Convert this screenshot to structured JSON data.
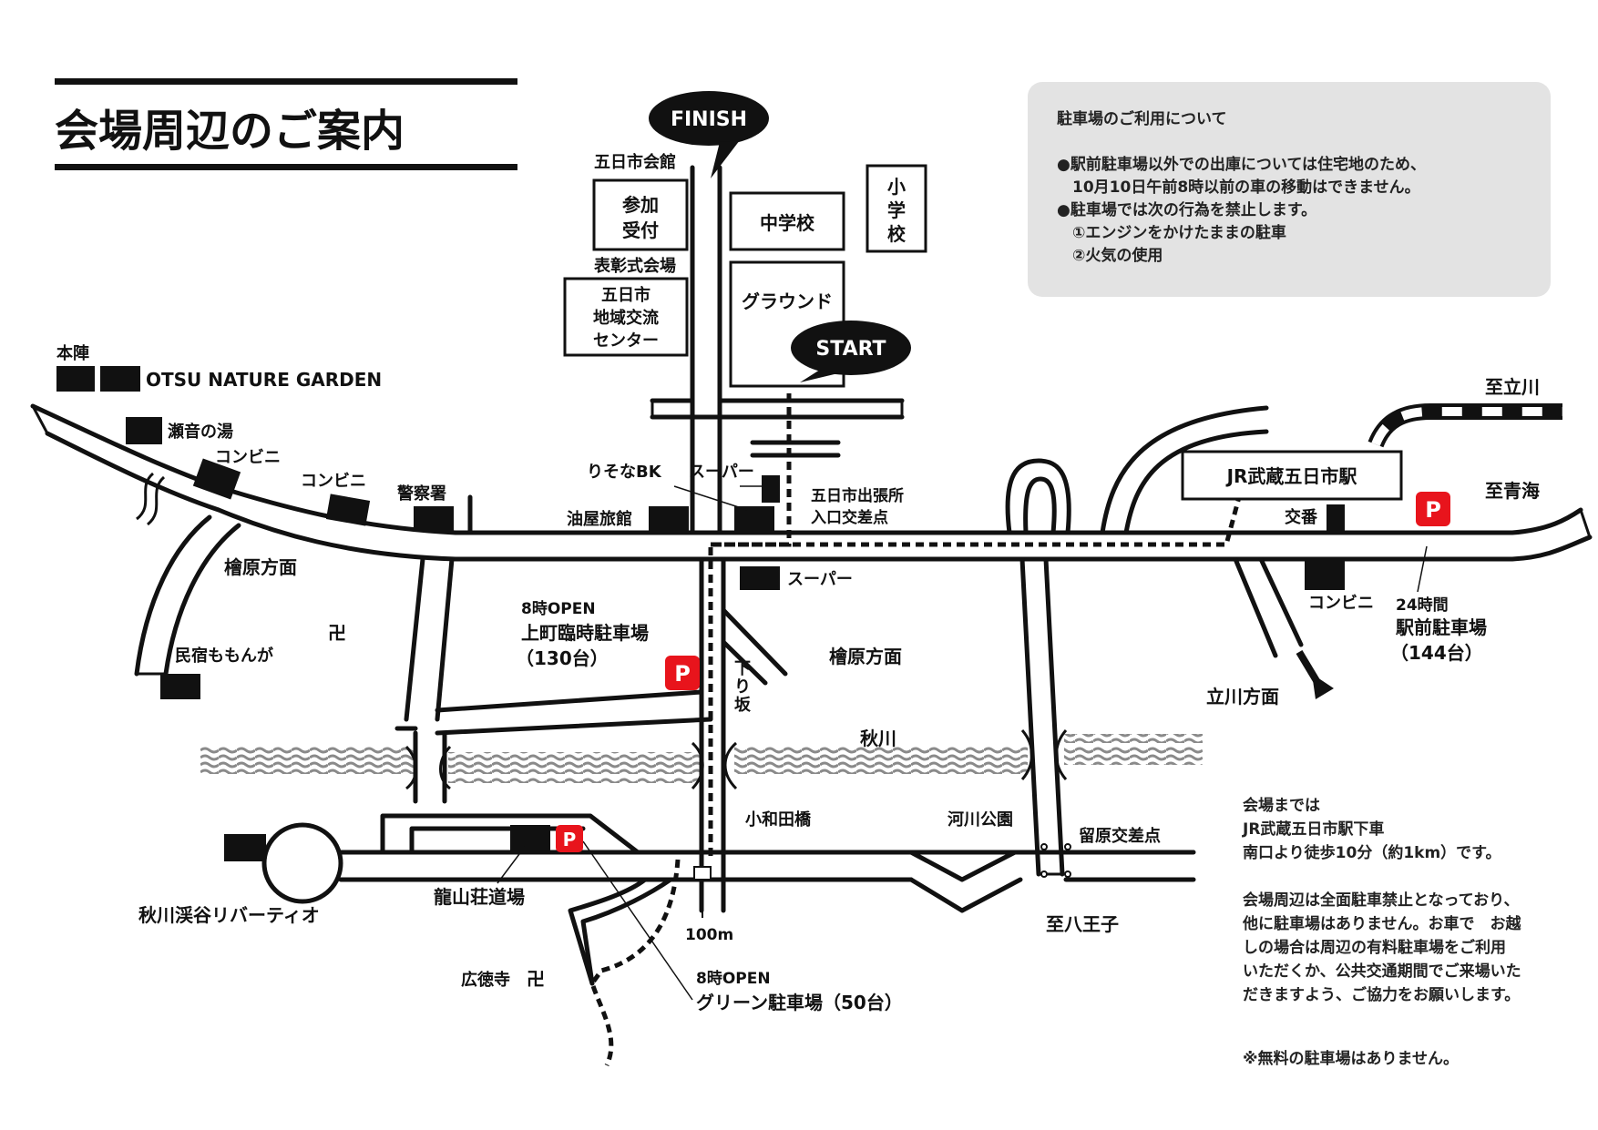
{
  "title": "会場周辺のご案内",
  "markers": {
    "finish": "FINISH",
    "start": "START"
  },
  "parking_info": {
    "heading": "駐車場のご利用について",
    "lines": [
      "●駅前駐車場以外での出庫については住宅地のため、",
      "　10月10日午前8時以前の車の移動はできません。",
      "●駐車場では次の行為を禁止します。",
      "　①エンジンをかけたままの駐車",
      "　②火気の使用"
    ]
  },
  "access_note": {
    "lines": [
      "会場までは",
      "JR武蔵五日市駅下車",
      "南口より徒歩10分（約1km）です。",
      "",
      "会場周辺は全面駐車禁止となっており、",
      "他に駐車場はありません。お車で　お越",
      "しの場合は周辺の有料駐車場をご利用",
      "いただくか、公共交通期間でご来場いた",
      "だきますよう、ご協力をお願いします。",
      "",
      "",
      "※無料の駐車場はありません。"
    ]
  },
  "buildings": {
    "sanka": [
      "参加",
      "受付"
    ],
    "chugakko": "中学校",
    "shogakko": [
      "小",
      "学",
      "校"
    ],
    "ground": "グラウンド",
    "koryu": [
      "五日市",
      "地域交流",
      "センター"
    ]
  },
  "labels": {
    "itsukaichi_kaikan": "五日市会館",
    "hyoshoshiki": "表彰式会場",
    "honjin": "本陣",
    "otsu": "OTSU NATURE GARDEN",
    "seon": "瀬音の湯",
    "konbini1": "コンビニ",
    "konbini2": "コンビニ",
    "keisatsu": "警察署",
    "risona": "りそなBK",
    "super1": "スーパー",
    "aburaya": "油屋旅館",
    "shucchojo": [
      "五日市出張所",
      "入口交差点"
    ],
    "station": "JR武蔵五日市駅",
    "tachikawa_to": "至立川",
    "ome_to": "至青海",
    "koban": "交番",
    "hinohara1": "檜原方面",
    "super2": "スーパー",
    "kamicho_open": "8時OPEN",
    "kamicho_name": "上町臨時駐車場",
    "kamicho_cap": "（130台）",
    "hinohara2": "檜原方面",
    "kudarizaka": [
      "下",
      "り",
      "坂"
    ],
    "minshuku": "民宿ももんが",
    "konbini3": "コンビニ",
    "ekimae_hours": "24時間",
    "ekimae_name": "駅前駐車場",
    "ekimae_cap": "（144台）",
    "tachikawa_dir": "立川方面",
    "akigawa": "秋川",
    "kowada": "小和田橋",
    "kasen_koen": "河川公園",
    "tomehara": "留原交差点",
    "ryuzanso": "龍山荘道場",
    "riverteo": "秋川渓谷リバーティオ",
    "hachioji": "至八王子",
    "distance": "100m",
    "green_open": "8時OPEN",
    "green_name": "グリーン駐車場（50台）",
    "kotokuji": "広徳寺",
    "temple": "卍",
    "parking_sign": "P"
  },
  "colors": {
    "ink": "#111111",
    "parking_red": "#e8141c",
    "info_bg": "#e3e3e3",
    "river": "#9a9a9a",
    "bubble": "#111111"
  },
  "icons": {
    "temple": "manji-icon",
    "parking": "parking-icon",
    "direction": "arrow-icon",
    "railway": "railway-icon"
  }
}
